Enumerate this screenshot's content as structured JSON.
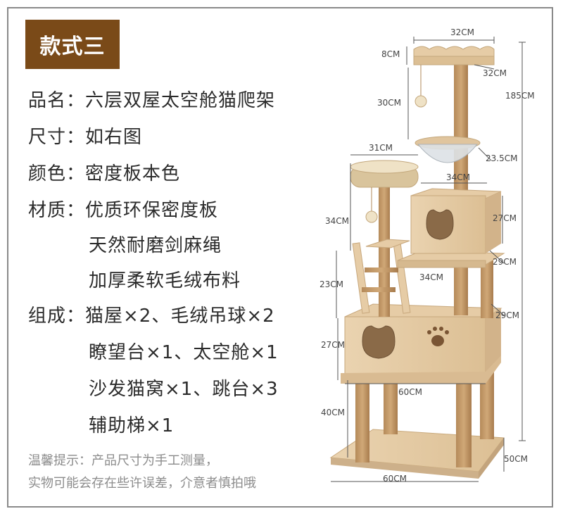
{
  "badge": "款式三",
  "specs": [
    "品名：六层双屋太空舱猫爬架",
    "尺寸：如右图",
    "颜色：密度板本色",
    "材质：优质环保密度板",
    "天然耐磨剑麻绳",
    "加厚柔软毛绒布料",
    "组成：猫屋×2、毛绒吊球×2",
    "瞭望台×1、太空舱×1",
    "沙发猫窝×1、跳台×3",
    "辅助梯×1"
  ],
  "tips": [
    "温馨提示：产品尺寸为手工测量，",
    "实物可能会存在些许误差，介意者慎拍哦"
  ],
  "dimensions": {
    "top_width": "32CM",
    "top_height": "8CM",
    "top_depth": "32CM",
    "total_height": "185CM",
    "post_30": "30CM",
    "capsule_depth": "23.5CM",
    "bed_width": "31CM",
    "house_width": "34CM",
    "bed_post": "34CM",
    "house_height": "27CM",
    "platform_depth": "29CM",
    "platform_width": "34CM",
    "ladder_height": "23CM",
    "base_house_depth": "29CM",
    "base_house_height": "27CM",
    "base_house_width": "60CM",
    "legs_height": "40CM",
    "base_depth": "50CM",
    "base_width": "60CM"
  }
}
